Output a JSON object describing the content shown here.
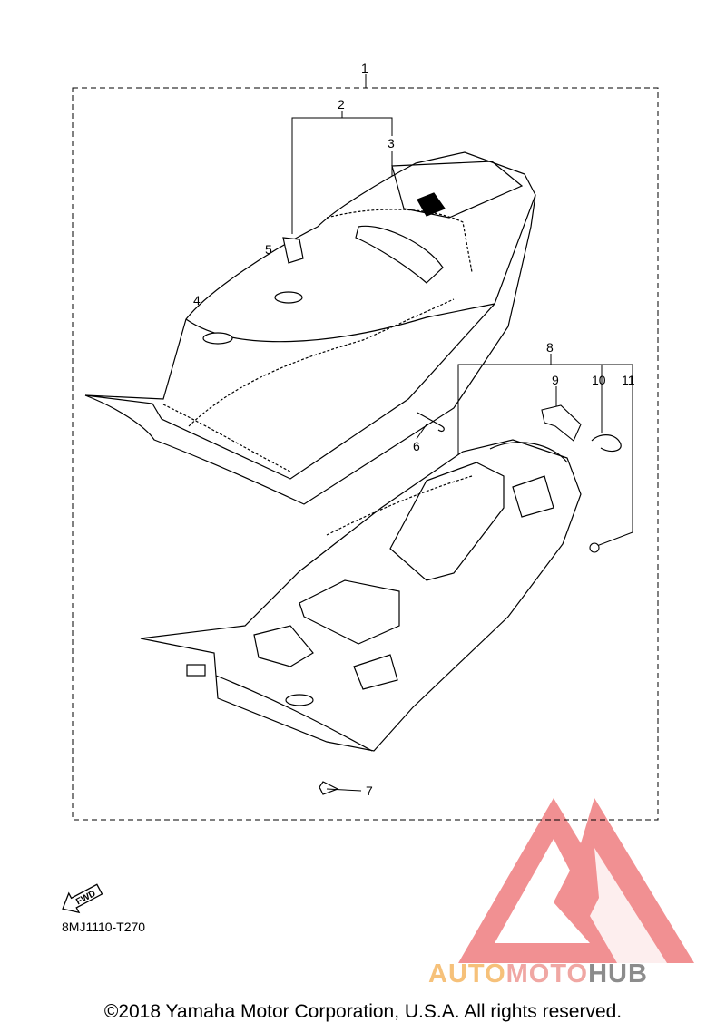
{
  "diagram": {
    "callouts": [
      "1",
      "2",
      "3",
      "4",
      "5",
      "6",
      "7",
      "8",
      "9",
      "10",
      "11"
    ],
    "direction_label": "FWD",
    "figure_code": "8MJ1110-T270"
  },
  "watermark": {
    "brand_part1": "AUTO",
    "brand_part2": "MOTO",
    "brand_part3": "HUB",
    "colors": {
      "logo": "#e8484a",
      "auto": "#f6c17a",
      "moto": "#f0a7a3",
      "hub": "#8c8c8c"
    }
  },
  "footer": {
    "copyright": "©2018 Yamaha Motor Corporation, U.S.A. All rights reserved."
  }
}
